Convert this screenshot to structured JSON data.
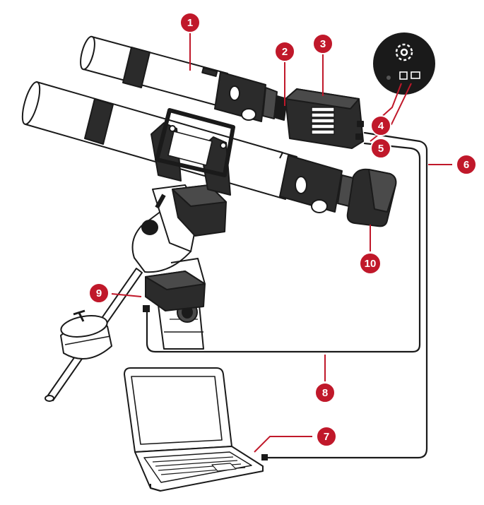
{
  "diagram": {
    "colors": {
      "accent": "#c0182a",
      "outline": "#1a1a1a",
      "tube": "#ffffff",
      "dark": "#2b2b2b",
      "mid": "#4a4a4a"
    },
    "callouts": [
      {
        "id": "1",
        "label": "1"
      },
      {
        "id": "2",
        "label": "2"
      },
      {
        "id": "3",
        "label": "3"
      },
      {
        "id": "4",
        "label": "4"
      },
      {
        "id": "5",
        "label": "5"
      },
      {
        "id": "6",
        "label": "6"
      },
      {
        "id": "7",
        "label": "7"
      },
      {
        "id": "8",
        "label": "8"
      },
      {
        "id": "9",
        "label": "9"
      },
      {
        "id": "10",
        "label": "10"
      }
    ]
  }
}
